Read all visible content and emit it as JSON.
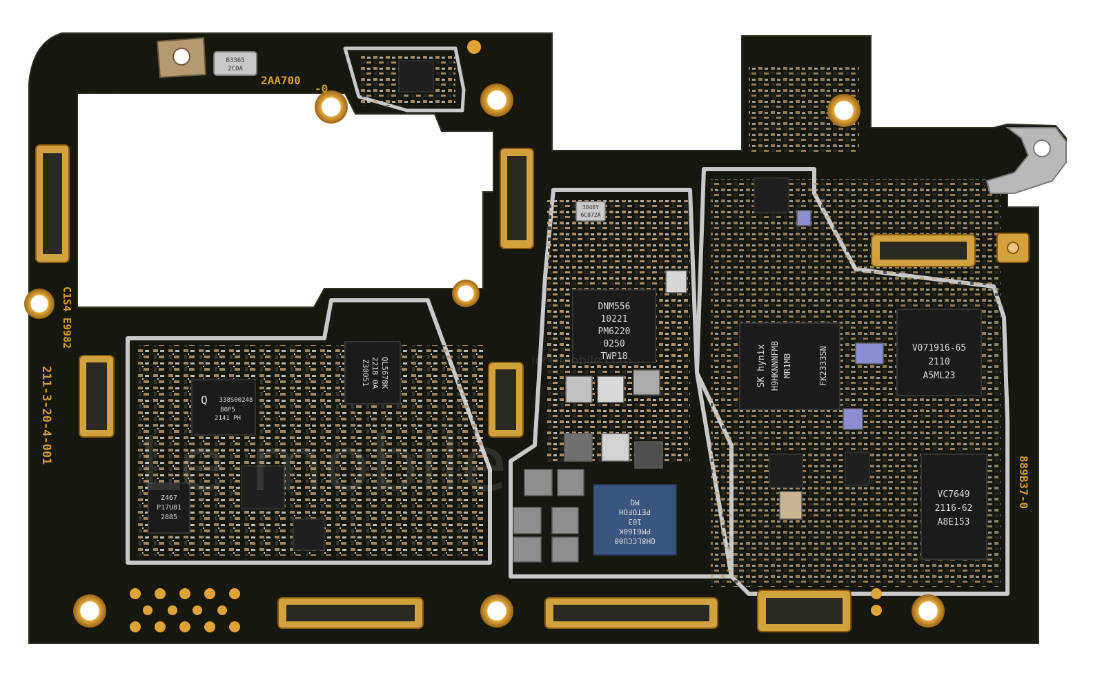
{
  "board": {
    "colors": {
      "pcb": "#15170f",
      "pcb_edge": "#24261a",
      "gold": "#d39a2a",
      "gold_dark": "#8a5a10",
      "shield": "#c9c9c9",
      "chip": "#1b1b1b",
      "chip_blue": "#3a557e",
      "cap": "#b8976a"
    }
  },
  "silkscreen": {
    "code_top": "2AA700",
    "code_top_suffix": "-0",
    "left_code_1": "C1S4",
    "left_code_2": "E9982",
    "left_date": "211-3-20-4-001",
    "right_code": "889B37-0",
    "crystal_top": "B3365",
    "crystal_bottom": "2C0A",
    "small_chip_1": "3846Y",
    "small_chip_2": "6C072A"
  },
  "chips": {
    "pmic": [
      "DNM556",
      "10221",
      "PM6220",
      "0250",
      "TWP18"
    ],
    "audio": [
      "Q",
      "338S00248",
      "B0P5",
      "2141 PH"
    ],
    "pa": [
      "QL5678K",
      "2218 0A",
      "Z30051"
    ],
    "memory": [
      "SK hynix",
      "H9HKNNNFMB",
      "MR1MB",
      "FK2333SN"
    ],
    "nfc": [
      "V071916-65",
      "2110",
      "A5ML23"
    ],
    "rf_right": [
      "VC7649",
      "2116-62",
      "A8E153"
    ],
    "blue_soc": [
      "QH8LCCU00",
      "PM6160K",
      "103",
      "PETOFOH",
      "MQ"
    ],
    "small_left": [
      "Z467",
      "P17U81",
      "2885"
    ]
  },
  "watermark": {
    "text": "Le mobile",
    "url_text": "lectrmobile.com"
  }
}
